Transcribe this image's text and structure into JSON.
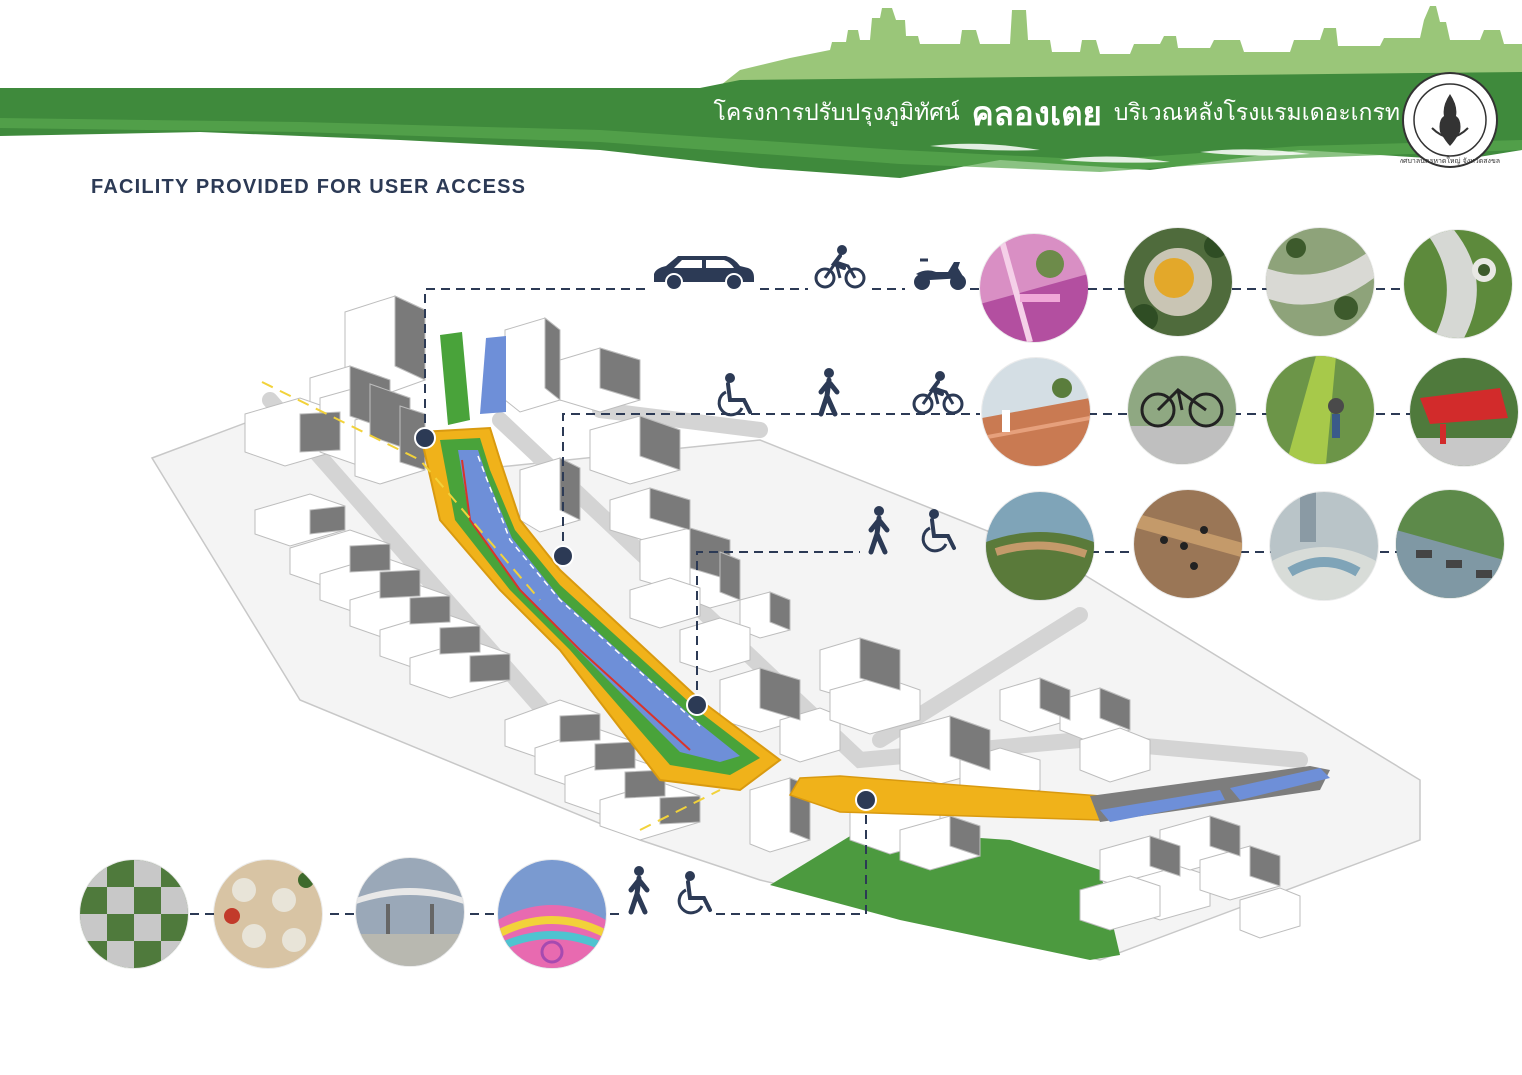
{
  "header": {
    "title_prefix": "โครงการปรับปรุงภูมิทัศน์",
    "title_main": "คลองเตย",
    "title_suffix": "บริเวณหลังโรงแรมเดอะเกรท",
    "seal_label": "เทศบาลนครหาดใหญ่ จังหวัดสงขลา"
  },
  "section_heading": "FACILITY PROVIDED FOR USER ACCESS",
  "colors": {
    "header_green": "#3f8a3c",
    "header_light": "#8ec06a",
    "line_dark": "#2c3a55",
    "path_yellow": "#f0b21a",
    "path_green": "#49a33a",
    "canal_blue": "#6e8fd8",
    "lawn_green": "#4c9a3f"
  },
  "access_rows": [
    {
      "row": 1,
      "modes": [
        "car-icon",
        "bicycle-icon",
        "motorcycle-icon"
      ]
    },
    {
      "row": 2,
      "modes": [
        "wheelchair-icon",
        "pedestrian-icon",
        "bicycle-icon"
      ]
    },
    {
      "row": 3,
      "modes": [
        "pedestrian-icon",
        "wheelchair-icon"
      ]
    },
    {
      "row": 4,
      "modes": [
        "pedestrian-icon",
        "wheelchair-icon"
      ]
    }
  ]
}
